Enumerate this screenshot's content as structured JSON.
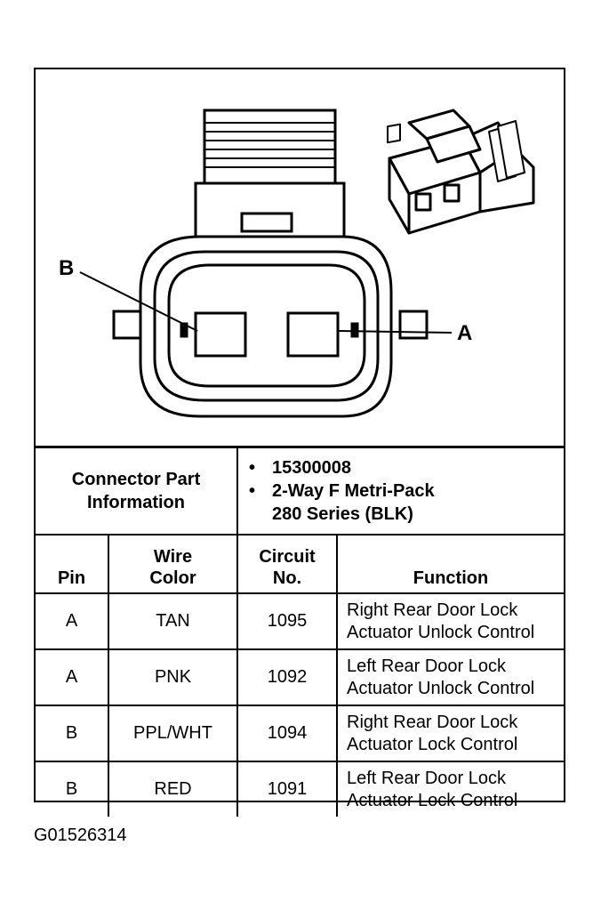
{
  "diagram": {
    "labels": {
      "b": "B",
      "a": "A"
    }
  },
  "connector_info": {
    "label_line1": "Connector Part",
    "label_line2": "Information",
    "bullets": [
      {
        "lines": [
          "15300008"
        ]
      },
      {
        "lines": [
          "2-Way F Metri-Pack",
          "280 Series (BLK)"
        ]
      }
    ],
    "bullet_char": "•"
  },
  "table": {
    "headers": {
      "pin": "Pin",
      "wire_color_line1": "Wire",
      "wire_color_line2": "Color",
      "circuit_line1": "Circuit",
      "circuit_line2": "No.",
      "function": "Function"
    },
    "rows": [
      {
        "pin": "A",
        "wire_color": "TAN",
        "circuit": "1095",
        "function_line1": "Right Rear Door Lock",
        "function_line2": "Actuator Unlock Control"
      },
      {
        "pin": "A",
        "wire_color": "PNK",
        "circuit": "1092",
        "function_line1": "Left Rear Door Lock",
        "function_line2": "Actuator Unlock Control"
      },
      {
        "pin": "B",
        "wire_color": "PPL/WHT",
        "circuit": "1094",
        "function_line1": "Right Rear Door Lock",
        "function_line2": "Actuator Lock Control"
      },
      {
        "pin": "B",
        "wire_color": "RED",
        "circuit": "1091",
        "function_line1": "Left Rear Door Lock",
        "function_line2": "Actuator Lock Control"
      }
    ]
  },
  "figure_code": "G01526314"
}
